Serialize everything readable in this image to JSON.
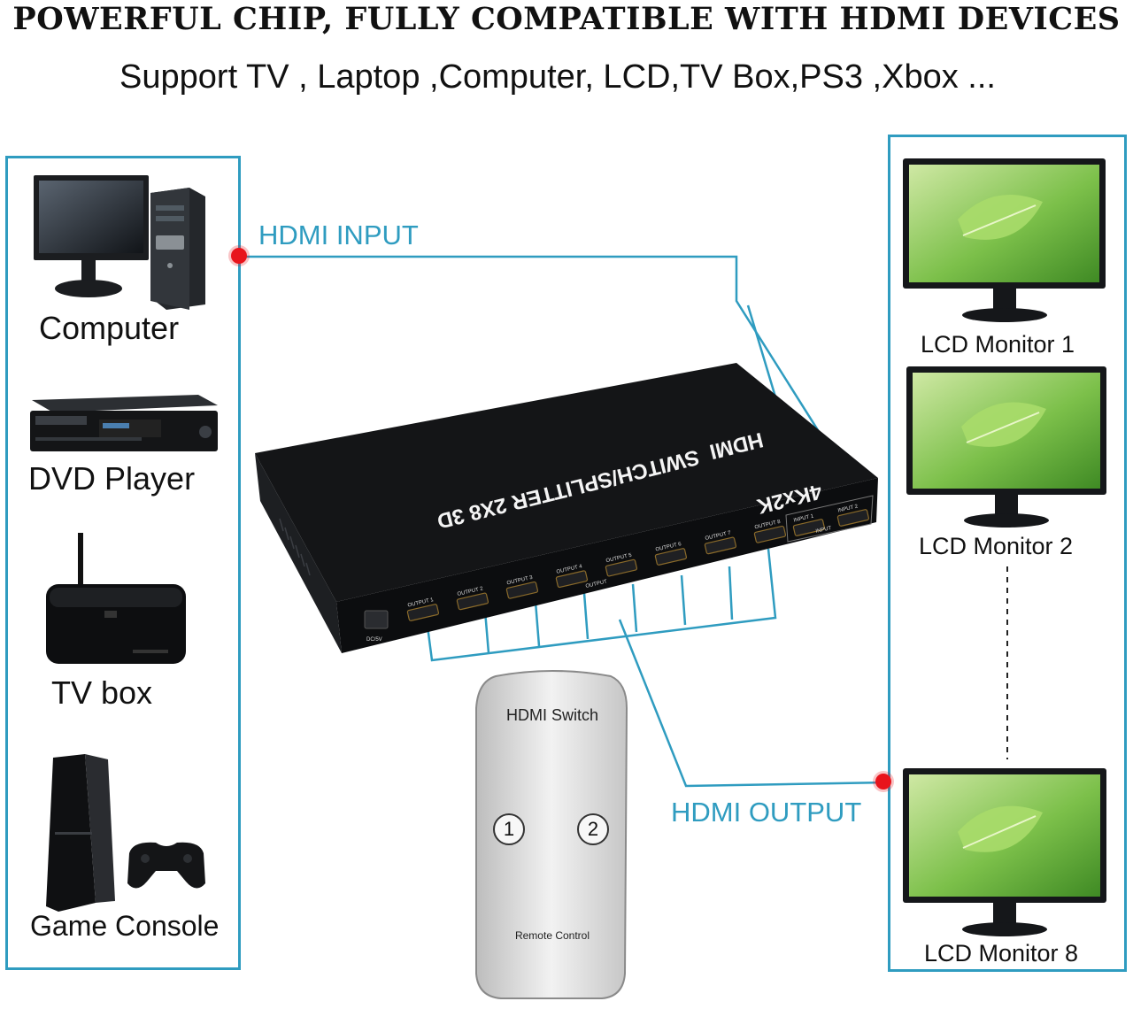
{
  "header": {
    "headline": "POWERFUL CHIP, FULLY COMPATIBLE WITH HDMI DEVICES",
    "subline": "Support TV , Laptop ,Computer, LCD,TV Box,PS3 ,Xbox ..."
  },
  "sources": [
    {
      "label": "Computer",
      "icon": "computer-icon"
    },
    {
      "label": "DVD Player",
      "icon": "dvd-player-icon"
    },
    {
      "label": "TV box",
      "icon": "tv-box-icon"
    },
    {
      "label": "Game Console",
      "icon": "game-console-icon"
    }
  ],
  "displays": [
    {
      "label": "LCD Monitor 1",
      "icon": "lcd-monitor-icon"
    },
    {
      "label": "LCD Monitor 2",
      "icon": "lcd-monitor-icon"
    },
    {
      "label": "LCD Monitor 8",
      "icon": "lcd-monitor-icon"
    }
  ],
  "connections": {
    "input_label": "HDMI INPUT",
    "output_label": "HDMI OUTPUT",
    "line_color": "#2f9cc0",
    "label_color": "#2f9cc0",
    "dot_color": "#e8141c"
  },
  "device": {
    "logo": "HDMI",
    "model": "SWITCH/SPLITTER 2X8 3D",
    "resolution": "4Kx2K",
    "power_port": "DC/5V",
    "input_group": "INPUT",
    "output_group": "OUTPUT",
    "inputs": [
      "INPUT 1",
      "INPUT 2"
    ],
    "outputs": [
      "OUTPUT 1",
      "OUTPUT 2",
      "OUTPUT 3",
      "OUTPUT 4",
      "OUTPUT 5",
      "OUTPUT 6",
      "OUTPUT 7",
      "OUTPUT 8"
    ]
  },
  "remote": {
    "title": "HDMI Switch",
    "buttons": [
      "1",
      "2"
    ],
    "footer": "Remote Control"
  }
}
